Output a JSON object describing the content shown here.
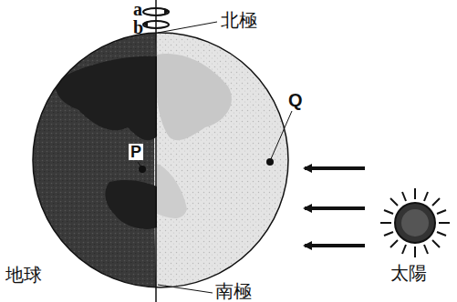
{
  "diagram": {
    "labels": [
      "a",
      "b",
      "北極",
      "Q",
      "P",
      "太陽",
      "地球",
      "南極"
    ]
  }
}
